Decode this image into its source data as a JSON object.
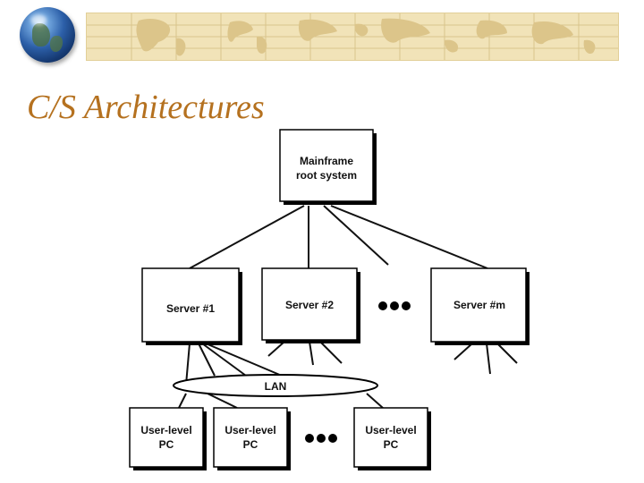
{
  "slide": {
    "title": "C/S Architectures"
  },
  "diagram": {
    "mainframe": {
      "line1": "Mainframe",
      "line2": "root system"
    },
    "servers": [
      {
        "label": "Server #1"
      },
      {
        "label": "Server #2"
      },
      {
        "label": "Server #m"
      }
    ],
    "lan": {
      "label": "LAN"
    },
    "clients": [
      {
        "line1": "User-level",
        "line2": "PC"
      },
      {
        "line1": "User-level",
        "line2": "PC"
      },
      {
        "line1": "User-level",
        "line2": "PC"
      }
    ]
  },
  "icons": [
    "globe-icon",
    "world-map-banner"
  ]
}
